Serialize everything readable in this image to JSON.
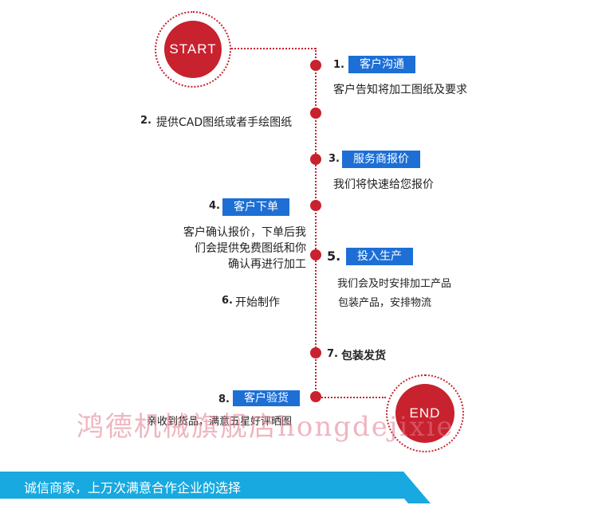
{
  "start_label": "START",
  "end_label": "END",
  "steps": [
    {
      "num": "1.",
      "label": "客户沟通",
      "desc": "客户告知将加工图纸及要求"
    },
    {
      "num": "2.",
      "text": "提供CAD图纸或者手绘图纸"
    },
    {
      "num": "3.",
      "label": "服务商报价",
      "desc": "我们将快速给您报价"
    },
    {
      "num": "4.",
      "label": "客户下单",
      "desc_lines": [
        "客户确认报价，下单后我",
        "们会提供免费图纸和你",
        "确认再进行加工"
      ]
    },
    {
      "num": "5.",
      "label": "投入生产",
      "desc": "我们会及时安排加工产品"
    },
    {
      "num": "6.",
      "text": "开始制作",
      "desc": "包装产品，安排物流"
    },
    {
      "num": "7.",
      "text": "包装发货"
    },
    {
      "num": "8.",
      "label": "客户验货",
      "desc": "亲收到货品，满意五星好评晒图"
    }
  ],
  "watermark": "鸿德机械旗舰店hongdejixie",
  "banner": {
    "text": "诚信商家，上万次满意合作企业的选择"
  },
  "colors": {
    "accent_red": "#c8222e",
    "label_blue": "#1d6fd6",
    "banner_cyan": "#17a9e0"
  }
}
